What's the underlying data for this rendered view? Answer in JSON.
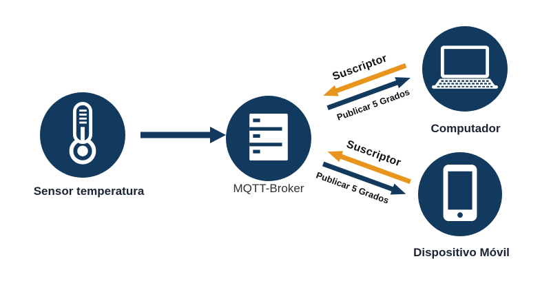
{
  "diagram": {
    "colors": {
      "navy": "#123A5E",
      "orange": "#E8951D",
      "label_dark": "#1A2433",
      "broker_label": "#2F2F2F"
    },
    "nodes": {
      "sensor": {
        "label": "Sensor temperatura",
        "icon": "thermometer-icon"
      },
      "broker": {
        "label": "MQTT-Broker",
        "icon": "server-icon"
      },
      "computer": {
        "label": "Computador",
        "icon": "laptop-icon"
      },
      "mobile": {
        "label": "Dispositivo Móvil",
        "icon": "smartphone-icon"
      }
    },
    "links": {
      "sensor_to_broker": {
        "type": "arrow",
        "direction": "right"
      },
      "pubsub": [
        {
          "target": "Computador",
          "subscribe_label": "Suscriptor",
          "publish_label": "Publicar 5 Grados"
        },
        {
          "target": "Dispositivo Móvil",
          "subscribe_label": "Suscriptor",
          "publish_label": "Publicar 5 Grados"
        }
      ]
    }
  }
}
